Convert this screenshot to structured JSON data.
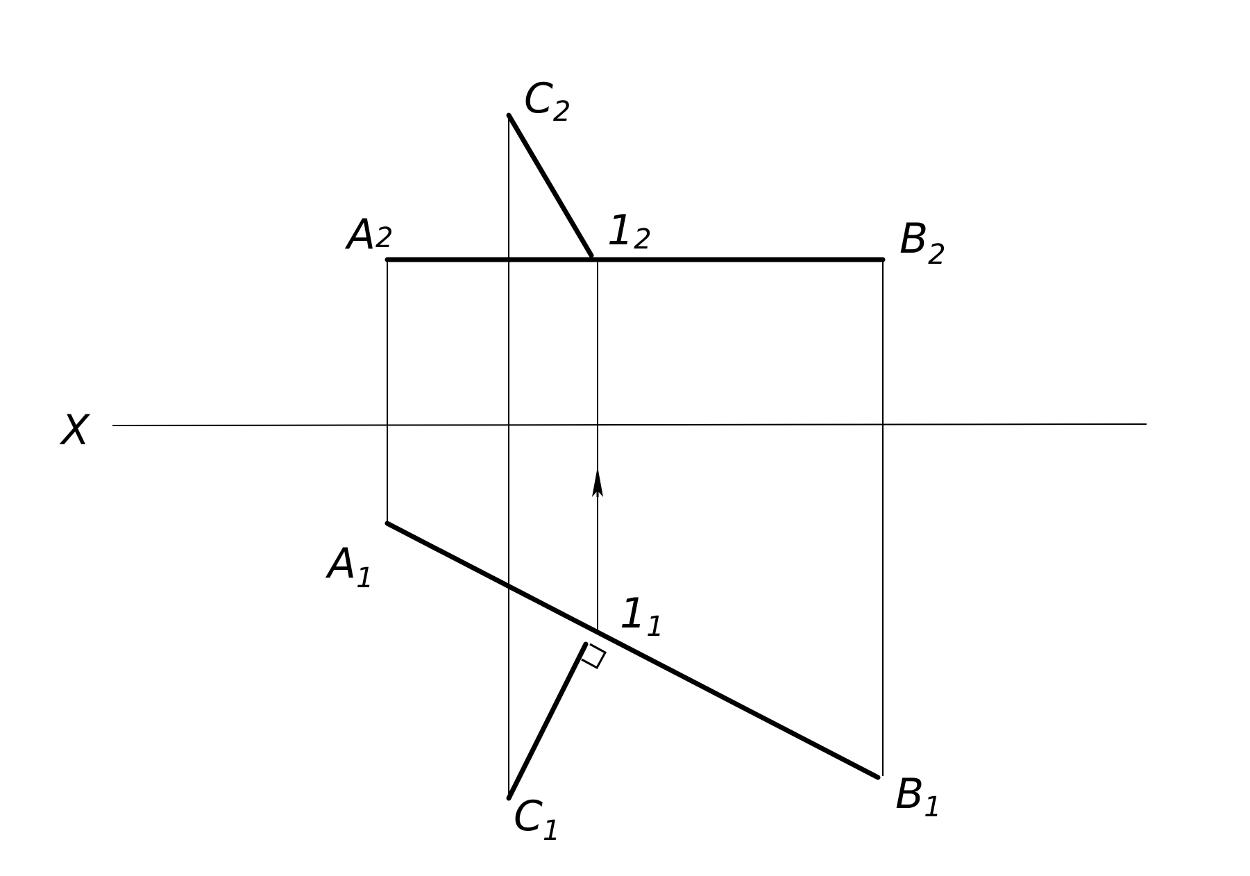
{
  "labels": {
    "x_axis": "X",
    "a2": {
      "main": "A",
      "sub": "2"
    },
    "b2": {
      "main": "B",
      "sub": "2"
    },
    "c2": {
      "main": "C",
      "sub": "2"
    },
    "p12": {
      "main": "1",
      "sub": "2"
    },
    "a1": {
      "main": "A",
      "sub": "1"
    },
    "b1": {
      "main": "B",
      "sub": "1"
    },
    "c1": {
      "main": "C",
      "sub": "1"
    },
    "p11": {
      "main": "1",
      "sub": "1"
    }
  }
}
